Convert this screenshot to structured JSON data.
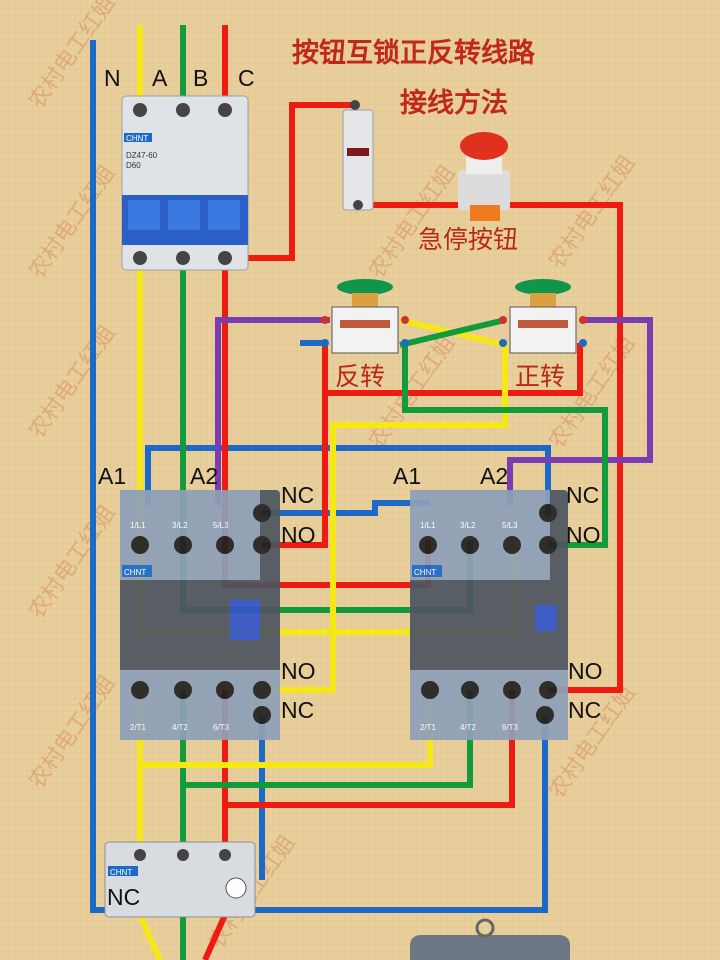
{
  "title": {
    "line1": "按钮互锁正反转线路",
    "line2": "接线方法"
  },
  "phase_labels": {
    "n": "N",
    "a": "A",
    "b": "B",
    "c": "C"
  },
  "breaker": {
    "brand": "CHNT",
    "model": "DZ47-60",
    "rating": "D60"
  },
  "emergency_stop_label": "急停按钮",
  "buttons": {
    "reverse": "反转",
    "forward": "正转"
  },
  "contactor_left": {
    "a1": "A1",
    "a2": "A2",
    "nc_top": "NC",
    "no_top": "NO",
    "no_bottom": "NO",
    "nc_bottom": "NC",
    "brand": "CHNT",
    "terminals_top": [
      "1/L1",
      "3/L2",
      "5/L3"
    ],
    "terminals_bottom": [
      "2/T1",
      "4/T2",
      "6/T3"
    ]
  },
  "contactor_right": {
    "a1": "A1",
    "a2": "A2",
    "nc_top": "NC",
    "no_top": "NO",
    "no_bottom": "NO",
    "nc_bottom": "NC",
    "brand": "CHNT",
    "terminals_top": [
      "1/L1",
      "3/L2",
      "5/L3"
    ],
    "terminals_bottom": [
      "2/T1",
      "4/T2",
      "6/T3"
    ]
  },
  "overload_relay": {
    "brand": "CHNT",
    "nc": "NC"
  },
  "watermark": "农村电工红姐",
  "wire_colors": {
    "phase_a": "#f6e814",
    "phase_b": "#129a3c",
    "phase_c": "#ee1c10",
    "neutral": "#1c6ac8",
    "control": "#7a3cae"
  }
}
